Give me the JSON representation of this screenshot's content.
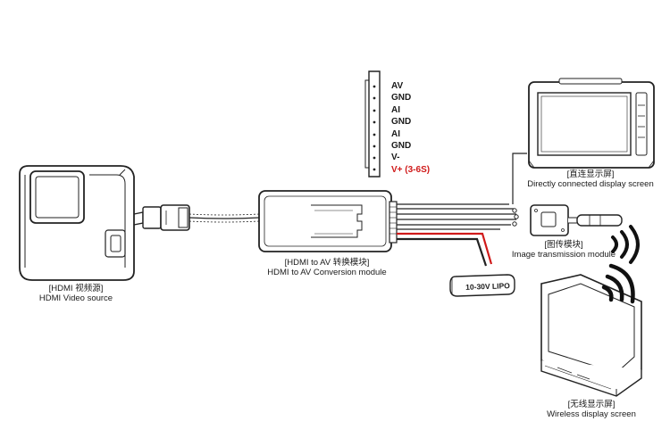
{
  "pins": [
    "AV",
    "GND",
    "AI",
    "GND",
    "AI",
    "GND",
    "V-",
    "V+  (3-6S)"
  ],
  "labels": {
    "source_cn": "[HDMI 视频源]",
    "source_en": "HDMI Video source",
    "module_cn": "[HDMI to AV 转换模块]",
    "module_en": "HDMI to AV Conversion module",
    "direct_cn": "[直连显示屏]",
    "direct_en": "Directly connected display screen",
    "tx_cn": "[图传模块]",
    "tx_en": "Image transmission module",
    "wireless_cn": "[无线显示屏]",
    "wireless_en": "Wireless display screen",
    "battery": "10-30V LIPO"
  },
  "colors": {
    "power_wire": "#d01a1a",
    "ink": "#1a1a1a"
  }
}
